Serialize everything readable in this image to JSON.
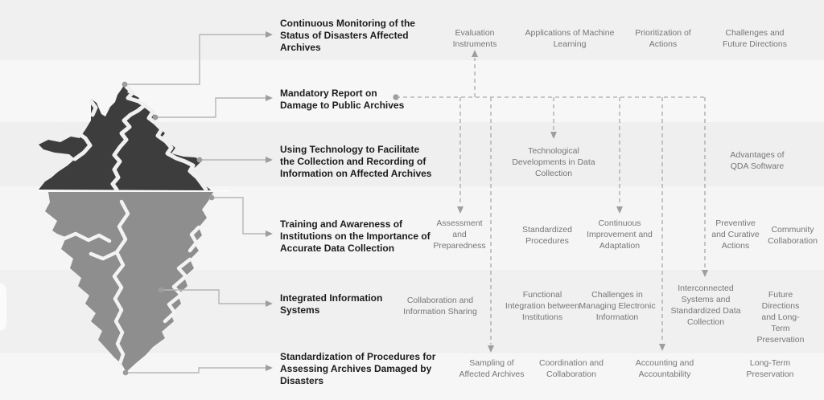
{
  "diagram": {
    "title_meaning": "Iceberg diagram of archive disaster management themes",
    "main_topics": [
      "Continuous Monitoring of the\nStatus of Disasters Affected\nArchives",
      "Mandatory Report on\nDamage to Public Archives",
      "Using Technology to Facilitate\nthe Collection and Recording of\nInformation on Affected Archives",
      "Training and Awareness of\nInstitutions on the Importance of\nAccurate Data Collection",
      "Integrated Information\nSystems",
      "Standardization of Procedures for\nAssessing Archives Damaged by\nDisasters"
    ],
    "subtopics": [
      "Evaluation\nInstruments",
      "Applications of Machine\nLearning",
      "Prioritization of\nActions",
      "Challenges and\nFuture Directions",
      "Technological\nDevelopments in Data\nCollection",
      "Advantages of\nQDA Software",
      "Assessment\nand\nPreparedness",
      "Standardized\nProcedures",
      "Continuous\nImprovement and\nAdaptation",
      "Preventive\nand Curative\nActions",
      "Community\nCollaboration",
      "Collaboration and\nInformation Sharing",
      "Functional\nIntegration between\nInstitutions",
      "Challenges in\nManaging Electronic\nInformation",
      "Interconnected\nSystems and\nStandardized Data\nCollection",
      "Future Directions\nand Long-Term\nPreservation",
      "Sampling of\nAffected Archives",
      "Coordination and\nCollaboration",
      "Accounting and\nAccountability",
      "Long-Term\nPreservation"
    ]
  },
  "colors": {
    "iceberg_above_water": "#3d3d3d",
    "iceberg_below_water": "#8e8e8e",
    "connector_line": "#b6b6b6",
    "connector_dot": "#9c9c9c",
    "dashed_line": "#a8a8a8",
    "main_topic_text": "#1c1c1c",
    "subtopic_text": "#767676"
  }
}
